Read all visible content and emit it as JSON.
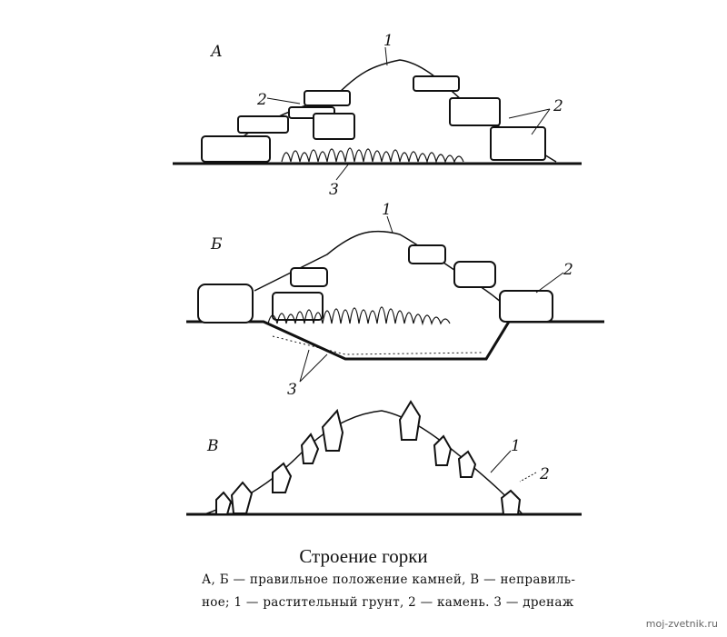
{
  "diagram": {
    "panels": [
      {
        "letter": "А",
        "labels": {
          "soil": "1",
          "stone_left": "2",
          "stone_right": "2",
          "drainage": "3"
        }
      },
      {
        "letter": "Б",
        "labels": {
          "soil": "1",
          "stone": "2",
          "drainage": "3"
        }
      },
      {
        "letter": "В",
        "labels": {
          "soil": "1",
          "stone": "2"
        }
      }
    ]
  },
  "caption": {
    "title": "Строение горки",
    "line1": "А, Б — правильное положение камней, В — неправиль-",
    "line2": "ное; 1 — растительный грунт, 2 — камень. 3 — дренаж"
  },
  "watermark": "moj-zvetnik.ru"
}
